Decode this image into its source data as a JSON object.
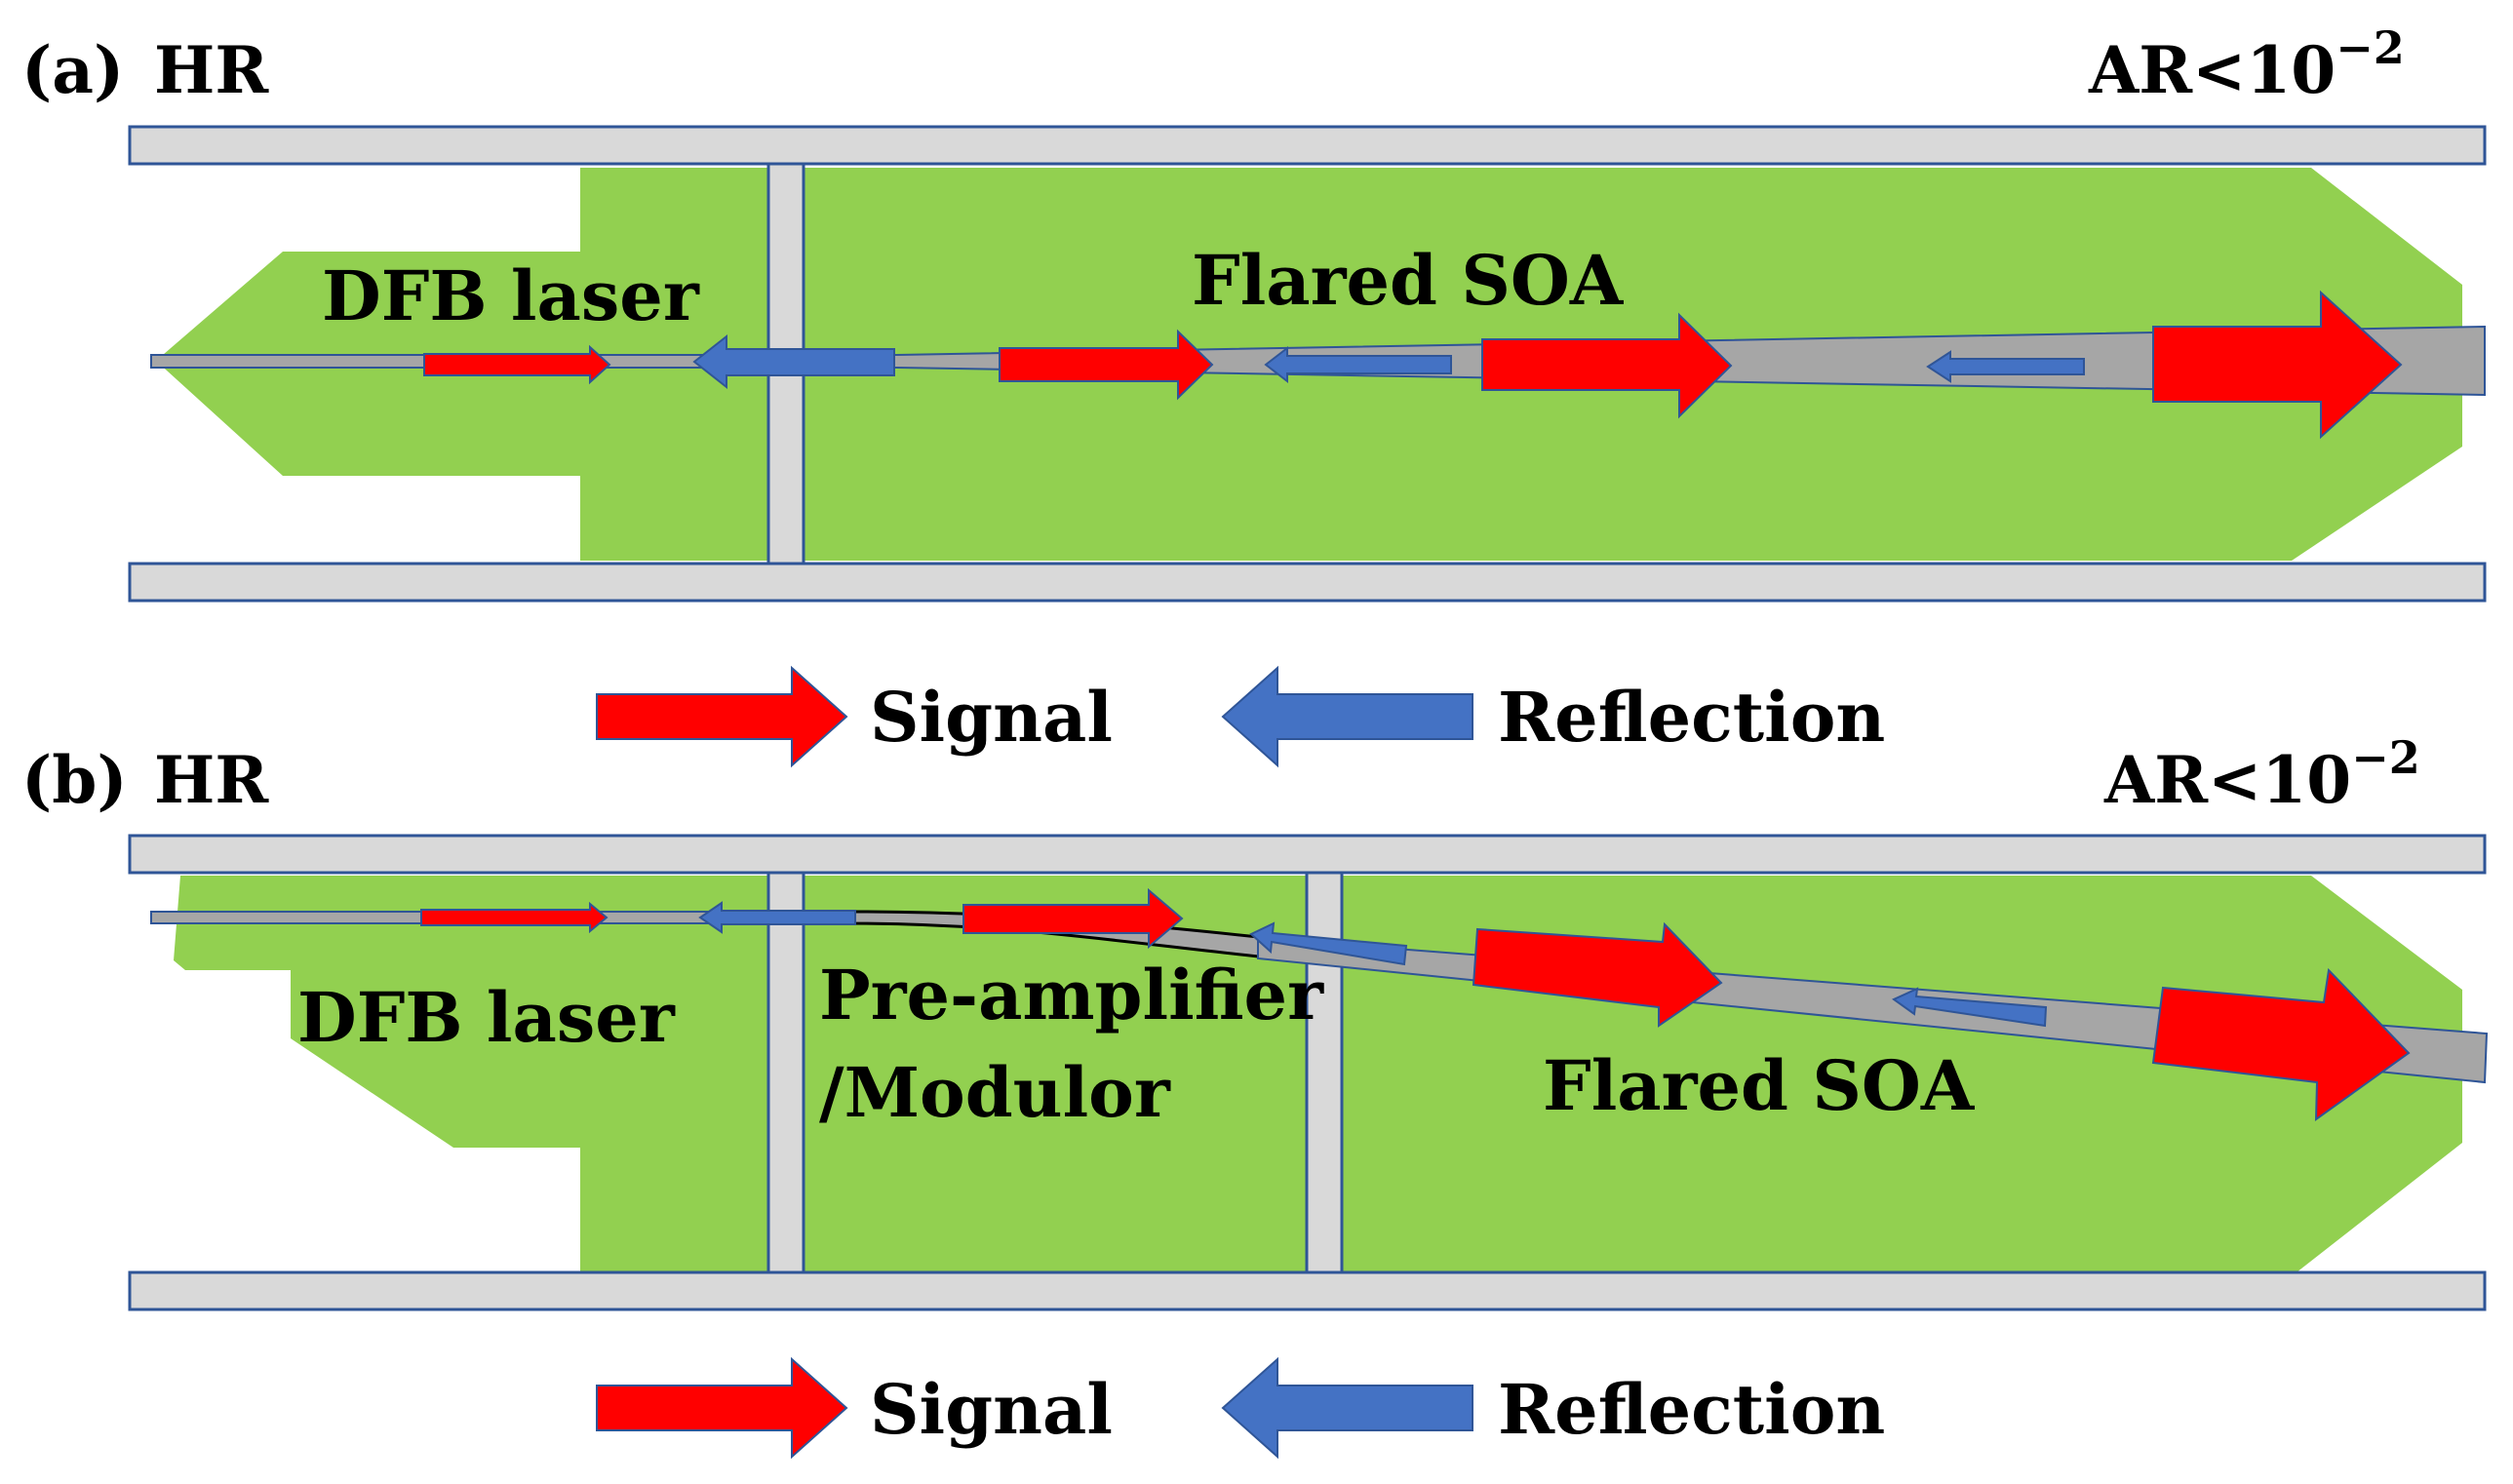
{
  "colors": {
    "green": "#92d050",
    "bar_fill": "#d9d9d9",
    "bar_stroke": "#2f5597",
    "waveguide": "#a6a6a6",
    "signal": "#ff0000",
    "reflection": "#4472c4"
  },
  "panel_a": {
    "label": "(a)",
    "hr": "HR",
    "ar_base": "AR<10",
    "ar_exp": "−2",
    "dfb": "DFB laser",
    "flared": "Flared SOA"
  },
  "panel_b": {
    "label": "(b)",
    "hr": "HR",
    "ar_base": "AR<10",
    "ar_exp": "−2",
    "dfb": "DFB laser",
    "pre_line1": "Pre-amplifier",
    "pre_line2": "/Modulor",
    "flared": "Flared SOA"
  },
  "legend_a": {
    "signal": "Signal",
    "reflection": "Reflection"
  },
  "legend_b": {
    "signal": "Signal",
    "reflection": "Reflection"
  }
}
